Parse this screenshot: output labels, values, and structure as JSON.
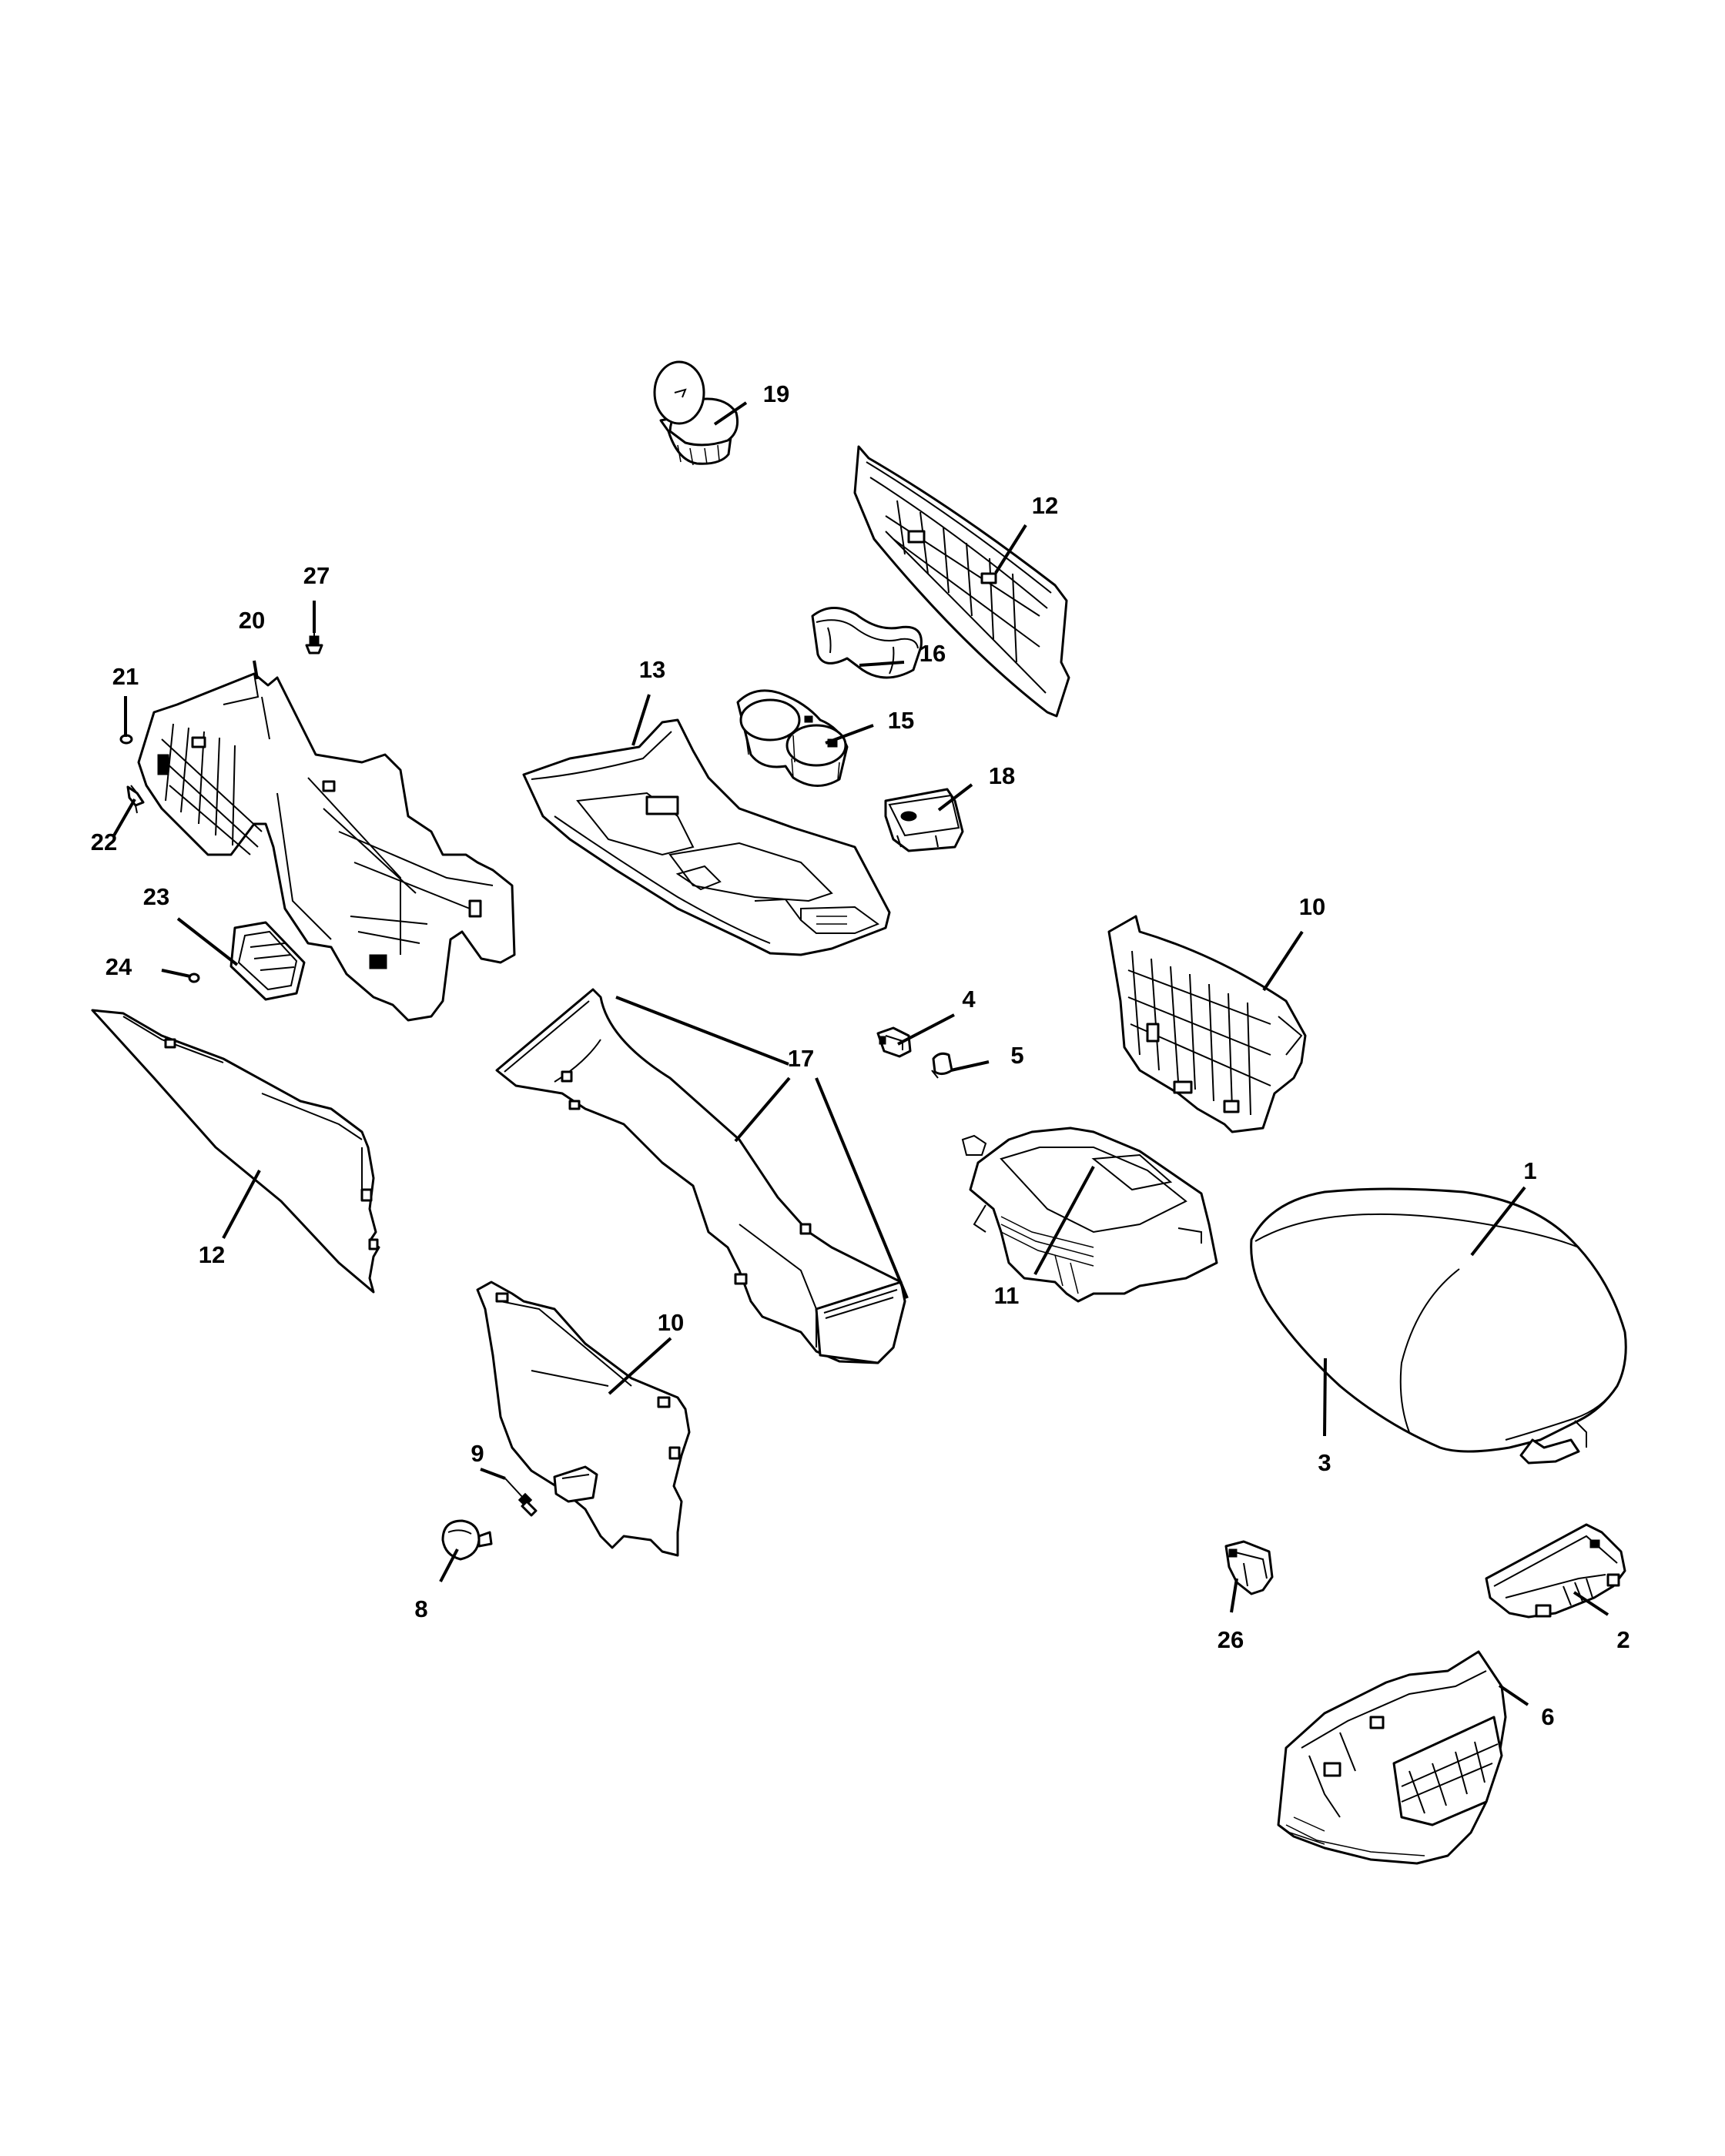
{
  "callouts": [
    {
      "id": "c19",
      "label": "19"
    },
    {
      "id": "c12a",
      "label": "12"
    },
    {
      "id": "c27",
      "label": "27"
    },
    {
      "id": "c20",
      "label": "20"
    },
    {
      "id": "c16",
      "label": "16"
    },
    {
      "id": "c13",
      "label": "13"
    },
    {
      "id": "c21",
      "label": "21"
    },
    {
      "id": "c15",
      "label": "15"
    },
    {
      "id": "c18",
      "label": "18"
    },
    {
      "id": "c22",
      "label": "22"
    },
    {
      "id": "c23",
      "label": "23"
    },
    {
      "id": "c10a",
      "label": "10"
    },
    {
      "id": "c24",
      "label": "24"
    },
    {
      "id": "c4",
      "label": "4"
    },
    {
      "id": "c5",
      "label": "5"
    },
    {
      "id": "c17",
      "label": "17"
    },
    {
      "id": "c1",
      "label": "1"
    },
    {
      "id": "c12b",
      "label": "12"
    },
    {
      "id": "c11",
      "label": "11"
    },
    {
      "id": "c10b",
      "label": "10"
    },
    {
      "id": "c9",
      "label": "9"
    },
    {
      "id": "c3",
      "label": "3"
    },
    {
      "id": "c8",
      "label": "8"
    },
    {
      "id": "c26",
      "label": "26"
    },
    {
      "id": "c2",
      "label": "2"
    },
    {
      "id": "c6",
      "label": "6"
    }
  ]
}
